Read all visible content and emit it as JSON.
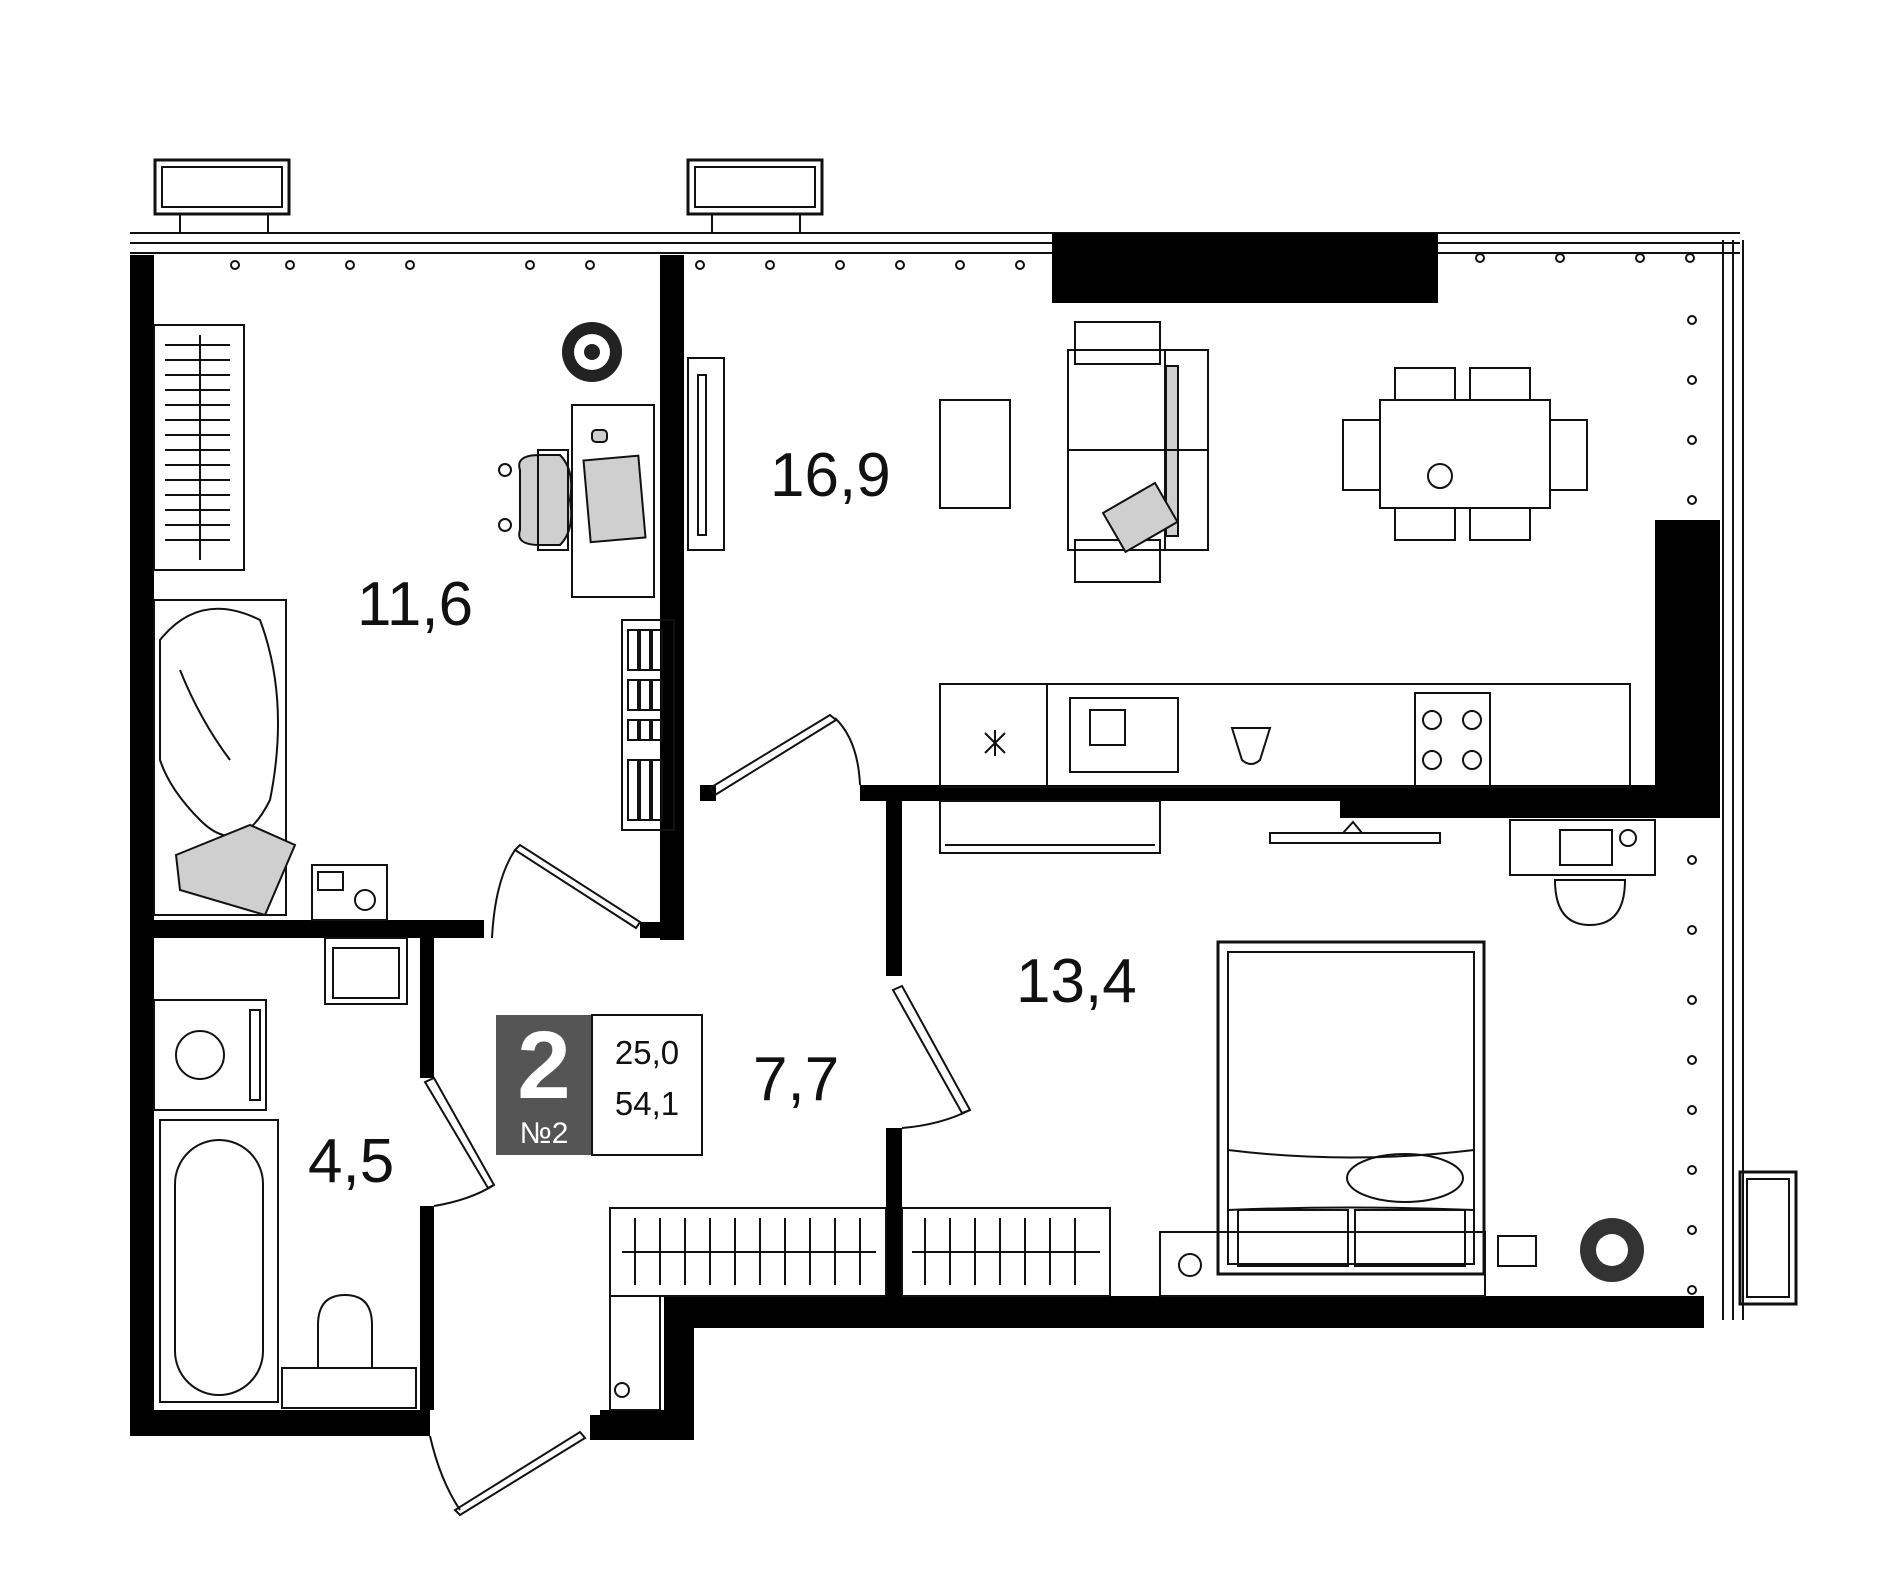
{
  "plan": {
    "rooms": [
      {
        "id": "bedroom-small",
        "area": "11,6"
      },
      {
        "id": "living-kitchen",
        "area": "16,9"
      },
      {
        "id": "bedroom-large",
        "area": "13,4"
      },
      {
        "id": "hallway",
        "area": "7,7"
      },
      {
        "id": "bathroom",
        "area": "4,5"
      }
    ],
    "info": {
      "rooms_count": "2",
      "apartment_number": "№2",
      "living_area": "25,0",
      "total_area": "54,1",
      "badge_color": "#555555"
    }
  }
}
